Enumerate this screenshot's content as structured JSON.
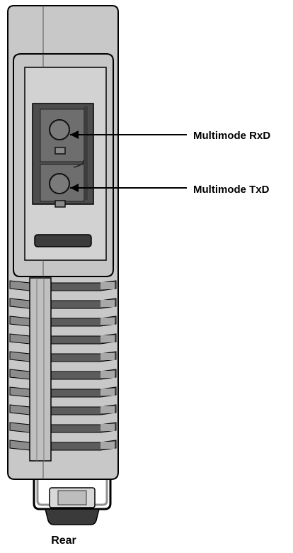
{
  "device": {
    "view_label": "Rear",
    "ports": [
      {
        "label": "Multimode RxD"
      },
      {
        "label": "Multimode TxD"
      }
    ]
  },
  "colors": {
    "housing": "#c8c8c8",
    "panel": "#d4d4d4",
    "connector_dark": "#5a5a5a",
    "connector_mid": "#7a7a7a",
    "slot": "#3c3c3c",
    "outline": "#000000"
  }
}
